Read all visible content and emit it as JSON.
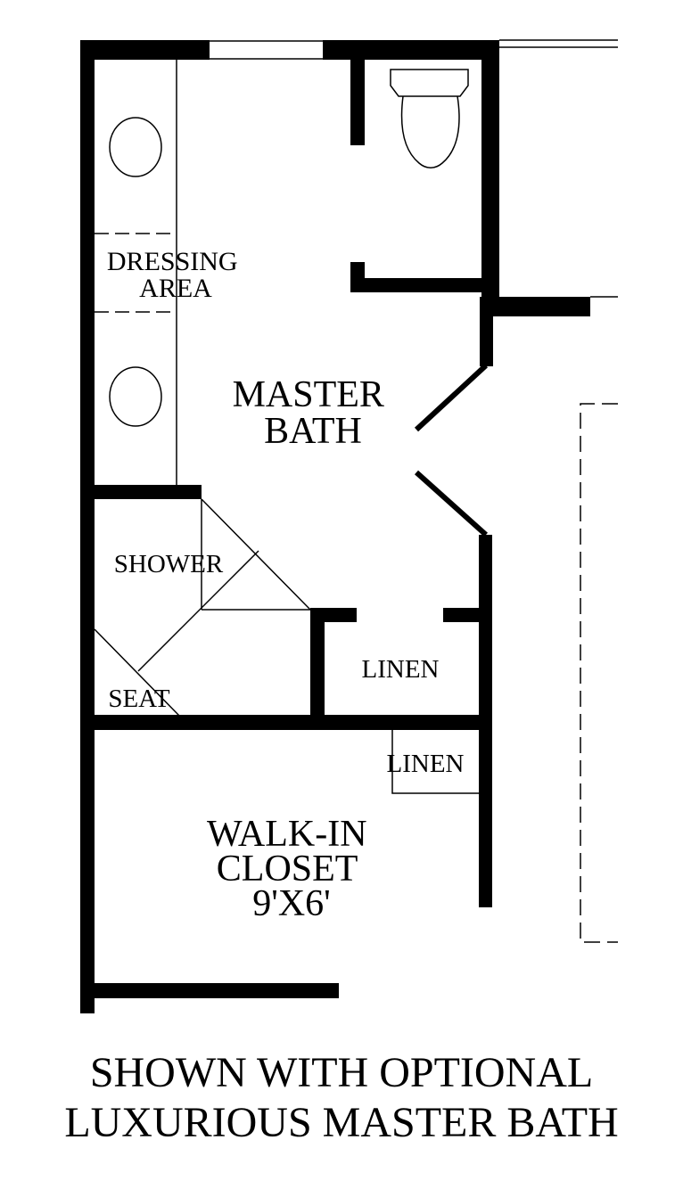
{
  "rooms": {
    "dressing_area": [
      "DRESSING",
      "AREA"
    ],
    "master_bath": [
      "MASTER",
      "BATH"
    ],
    "shower": "SHOWER",
    "seat": "SEAT",
    "linen_1": "LINEN",
    "linen_2": "LINEN",
    "walk_in_closet": [
      "WALK-IN",
      "CLOSET",
      "9'X6'"
    ]
  },
  "caption": [
    "SHOWN WITH OPTIONAL",
    "LUXURIOUS MASTER BATH"
  ],
  "colors": {
    "wall": "#000000",
    "background": "#ffffff"
  }
}
